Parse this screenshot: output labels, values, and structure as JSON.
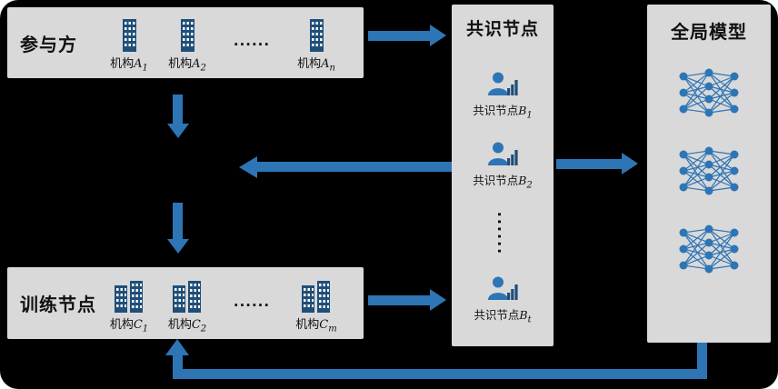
{
  "colors": {
    "background": "#000000",
    "panel": "#d9d9d9",
    "arrow": "#2e75b6",
    "icon_dark": "#1f4e79",
    "icon_blue": "#2e75b6",
    "text": "#111111"
  },
  "participants": {
    "title": "参与方",
    "ellipsis": "......",
    "orgs": [
      {
        "name": "机构",
        "var": "A",
        "sub": "1"
      },
      {
        "name": "机构",
        "var": "A",
        "sub": "2"
      },
      {
        "name": "机构",
        "var": "A",
        "sub": "n"
      }
    ]
  },
  "training": {
    "title": "训练节点",
    "ellipsis": "......",
    "orgs": [
      {
        "name": "机构",
        "var": "C",
        "sub": "1"
      },
      {
        "name": "机构",
        "var": "C",
        "sub": "2"
      },
      {
        "name": "机构",
        "var": "C",
        "sub": "m"
      }
    ]
  },
  "consensus": {
    "title": "共识节点",
    "ellipsis": "......",
    "nodes": [
      {
        "name": "共识节点",
        "var": "B",
        "sub": "1"
      },
      {
        "name": "共识节点",
        "var": "B",
        "sub": "2"
      },
      {
        "name": "共识节点",
        "var": "B",
        "sub": "t"
      }
    ]
  },
  "global_model": {
    "title": "全局模型"
  }
}
